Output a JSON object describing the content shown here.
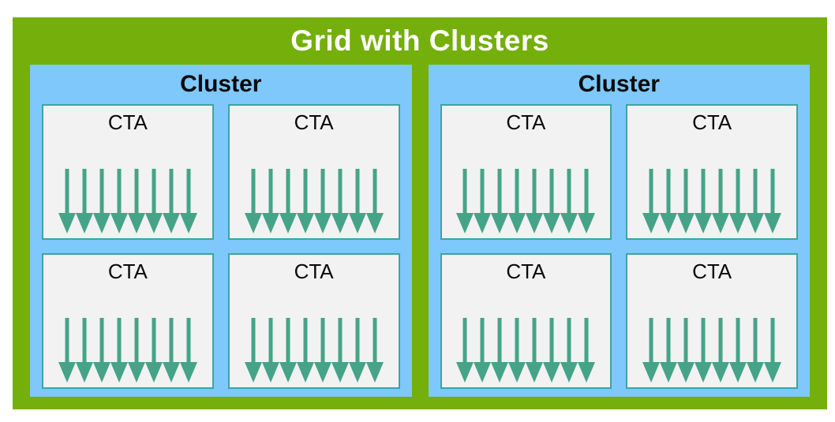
{
  "title": "Grid with Clusters",
  "arrows_per_cta": 8,
  "clusters": [
    {
      "label": "Cluster",
      "ctas": [
        {
          "label": "CTA"
        },
        {
          "label": "CTA"
        },
        {
          "label": "CTA"
        },
        {
          "label": "CTA"
        }
      ]
    },
    {
      "label": "Cluster",
      "ctas": [
        {
          "label": "CTA"
        },
        {
          "label": "CTA"
        },
        {
          "label": "CTA"
        },
        {
          "label": "CTA"
        }
      ]
    }
  ],
  "colors": {
    "grid_bg": "#74AF0B",
    "cluster_bg": "#7EC8FB",
    "cta_bg": "#F2F2F2",
    "cta_border": "#3AA6A0",
    "arrow": "#45A487",
    "title_text": "#FFFFFF",
    "label_text": "#0A0A0A"
  }
}
